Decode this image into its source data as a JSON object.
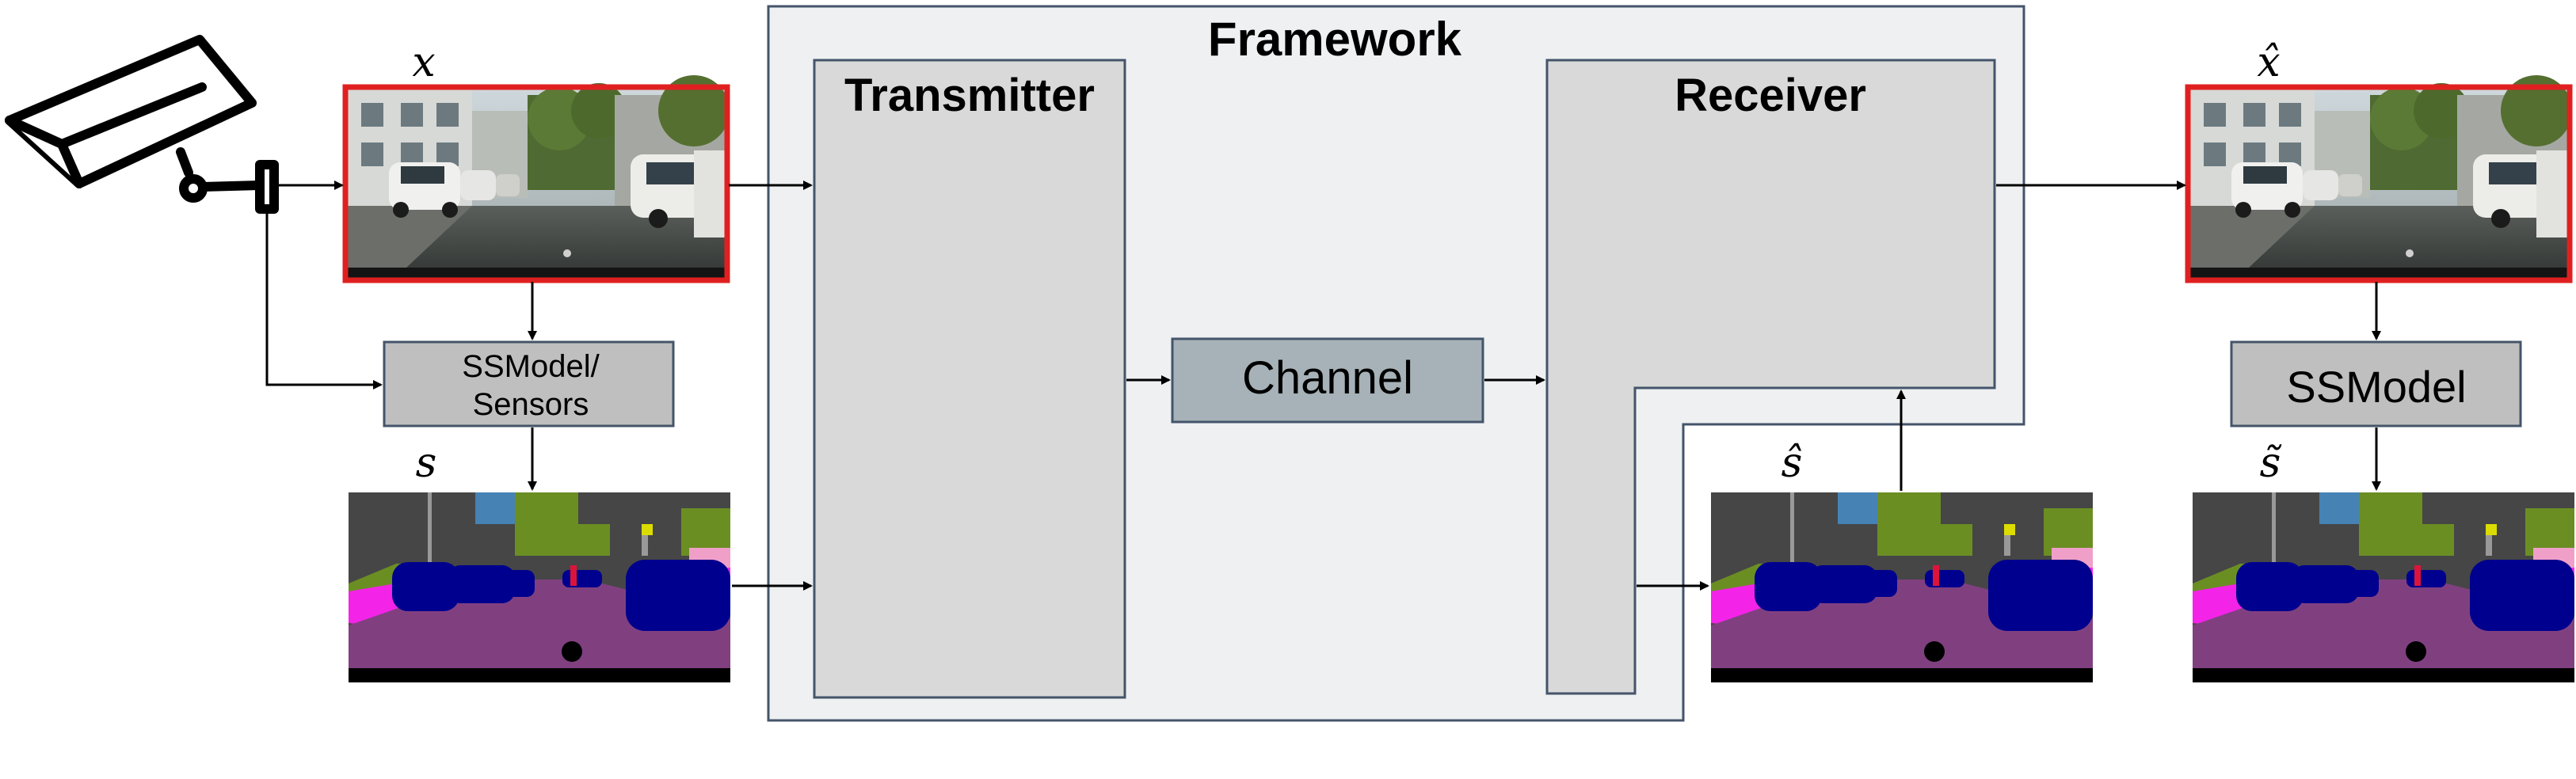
{
  "framework": {
    "title": "Framework"
  },
  "transmitter": {
    "title": "Transmitter"
  },
  "receiver": {
    "title": "Receiver"
  },
  "channel": {
    "label": "Channel"
  },
  "sensor_block": {
    "line1": "SSModel/",
    "line2": "Sensors"
  },
  "ssmodel_block": {
    "label": "SSModel"
  },
  "symbols": {
    "x": "x",
    "x_hat": "x̂",
    "s": "s",
    "s_hat": "ŝ",
    "s_tilde": "s̃"
  },
  "icons": {
    "camera": "security-camera-icon"
  },
  "colors": {
    "framework_fill": "#eef0f2",
    "block_fill": "#d9d9d9",
    "block_border": "#44546a",
    "channel_fill": "#a6b2b7",
    "image_border_red": "#e02020",
    "seg_road": "#804080",
    "seg_car": "#00008e",
    "seg_sidewalk": "#f423e8",
    "seg_building": "#464646",
    "seg_vegetation": "#6b8e23",
    "seg_sky": "#4682b4"
  }
}
